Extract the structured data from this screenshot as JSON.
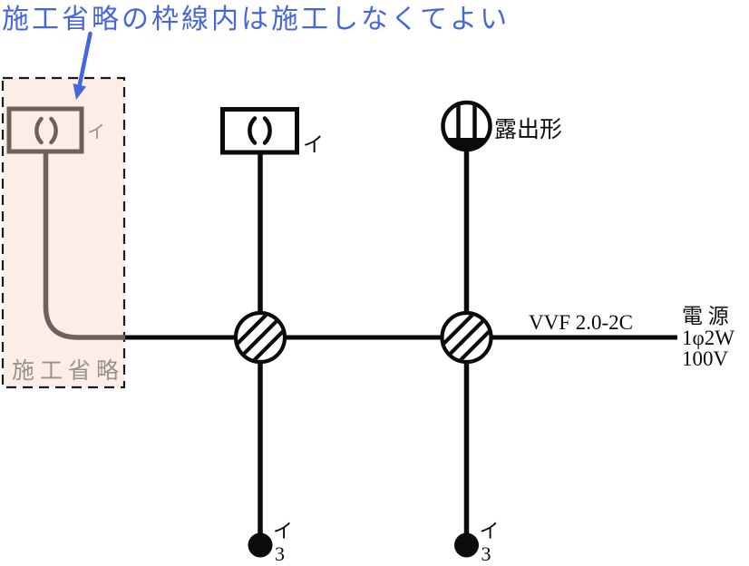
{
  "colors": {
    "note_blue": "#4666dc",
    "omission_box_bg": "#fceee6",
    "omission_wire_gray": "#6d615c",
    "omission_label_gray": "#99918c",
    "diagram_black": "#0b0b0b"
  },
  "note": {
    "text": "施工省略の枠線内は施工しなくてよい"
  },
  "omission_box": {
    "label": "施工省略",
    "lamp_label": "イ"
  },
  "lamp": {
    "label": "イ"
  },
  "ceiling_light": {
    "label": "露出形"
  },
  "cable": {
    "label": "VVF 2.0-2C"
  },
  "power": {
    "name": "電 源",
    "phase": "1φ2W",
    "voltage": "100V"
  },
  "switches": [
    {
      "label": "イ",
      "ways": "3"
    },
    {
      "label": "イ",
      "ways": "3"
    }
  ],
  "icons": {
    "lamp_symbol": "rectangle containing ( )",
    "ceiling_rosette_exposed": "circle with two vertical bars and filled bottom segment",
    "junction_box": "circle with three diagonal hatch lines",
    "three_way_switch": "filled black dot",
    "note_arrow": "blue arrow pointing into omission box"
  }
}
